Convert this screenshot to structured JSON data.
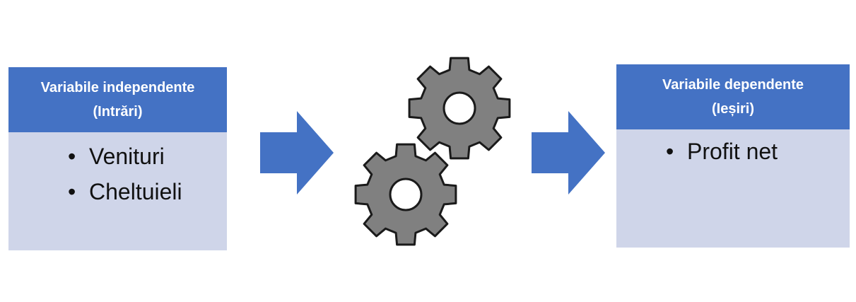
{
  "inputs": {
    "title_line1": "Variabile independente",
    "title_line2": "(Intrări)",
    "items": [
      "Venituri",
      "Cheltuieli"
    ]
  },
  "outputs": {
    "title_line1": "Variabile dependente",
    "title_line2": "(Ieșiri)",
    "items": [
      "Profit net"
    ]
  },
  "bullet_symbol": "•",
  "colors": {
    "header": "#4472c4",
    "body": "#cfd5e9",
    "arrow": "#4472c4",
    "gear": "#808080"
  },
  "icons": {
    "process": "gears-icon",
    "flow": "arrow-right-icon"
  }
}
